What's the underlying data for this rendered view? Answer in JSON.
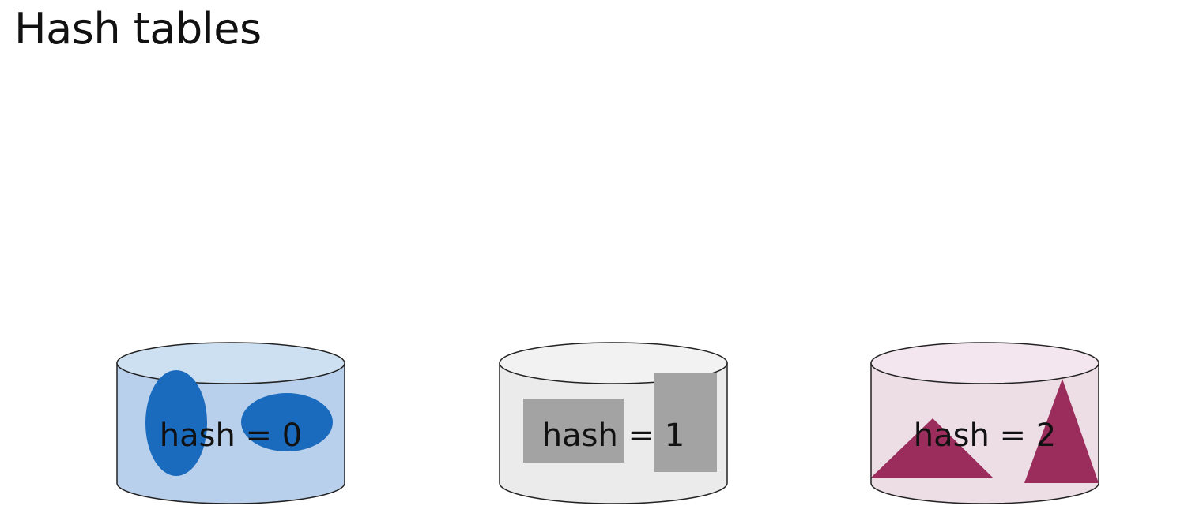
{
  "slide": {
    "title": "Hash tables"
  },
  "buckets": [
    {
      "label": "hash = 0",
      "body_color": "#b9d0ec",
      "top_color": "#cde0f2",
      "shape_color": "#1a6bbd",
      "shapes": "ellipses"
    },
    {
      "label": "hash = 1",
      "body_color": "#ebebeb",
      "top_color": "#f2f2f2",
      "shape_color": "#a3a3a3",
      "shapes": "rectangles"
    },
    {
      "label": "hash = 2",
      "body_color": "#eddde5",
      "top_color": "#f4e6ee",
      "shape_color": "#9b2d5d",
      "shapes": "triangles"
    }
  ],
  "colors": {
    "outline": "#222222",
    "text": "#111111"
  }
}
